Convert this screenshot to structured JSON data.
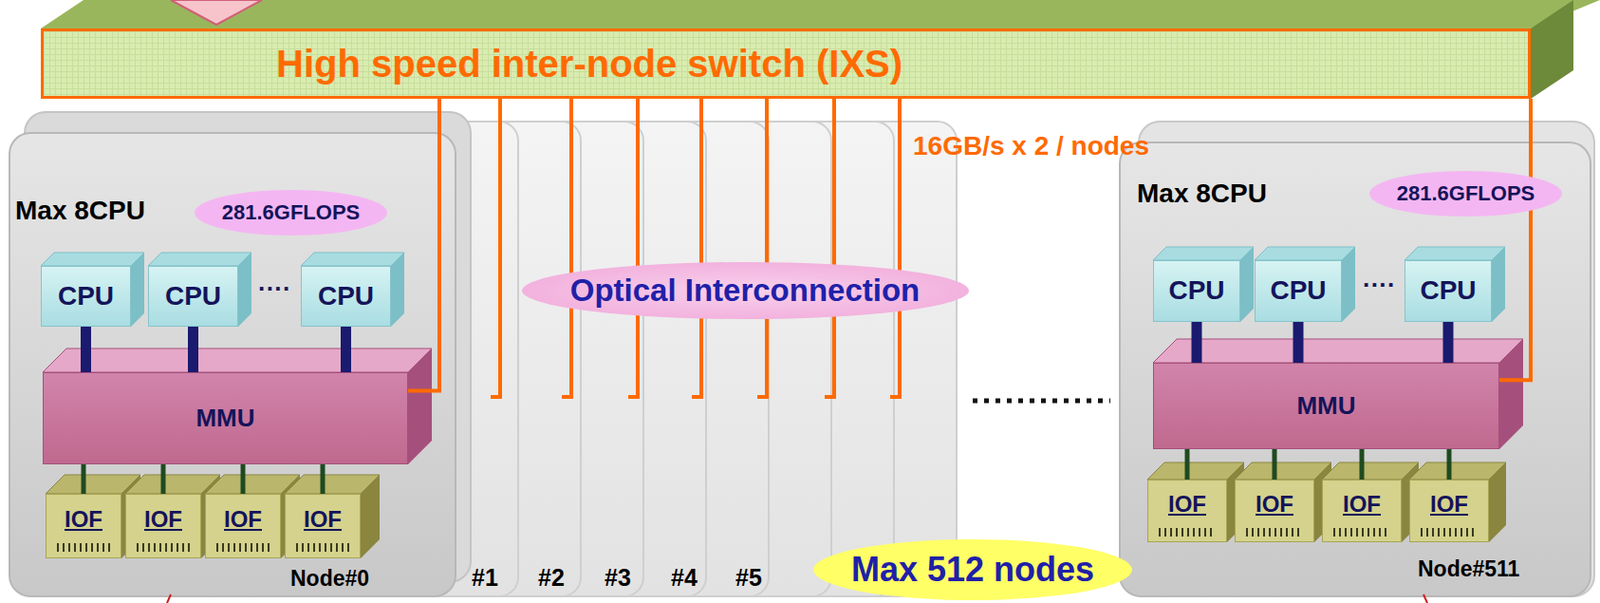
{
  "diagram": {
    "nodes": [
      {
        "text": [
          "High speed inter-node switch (IXS)"
        ]
      },
      {
        "text": [
          "Max 8CPU",
          "Node#0"
        ]
      },
      {
        "text": [
          "281.6GFLOPS"
        ],
        "in": 1
      },
      {
        "text": [
          "CPU"
        ],
        "in": 1
      },
      {
        "text": [
          "CPU"
        ],
        "in": 1
      },
      {
        "text": [
          "CPU"
        ],
        "in": 1
      },
      {
        "text": [
          "MMU"
        ],
        "in": 1
      },
      {
        "text": [
          "IOF"
        ],
        "in": 1
      },
      {
        "text": [
          "IOF"
        ],
        "in": 1
      },
      {
        "text": [
          "IOF"
        ],
        "in": 1
      },
      {
        "text": [
          "IOF"
        ],
        "in": 1
      },
      {
        "text": [
          "Max 8CPU",
          "Node#511"
        ]
      },
      {
        "text": [
          "281.6GFLOPS"
        ],
        "in": 11
      },
      {
        "text": [
          "CPU"
        ],
        "in": 11
      },
      {
        "text": [
          "CPU"
        ],
        "in": 11
      },
      {
        "text": [
          "CPU"
        ],
        "in": 11
      },
      {
        "text": [
          "MMU"
        ],
        "in": 11
      },
      {
        "text": [
          "IOF"
        ],
        "in": 11
      },
      {
        "text": [
          "IOF"
        ],
        "in": 11
      },
      {
        "text": [
          "IOF"
        ],
        "in": 11
      },
      {
        "text": [
          "IOF"
        ],
        "in": 11
      },
      {
        "text": [
          "Optical Interconnection"
        ]
      },
      {
        "text": [
          "Max 512 nodes"
        ]
      }
    ],
    "edges": [
      {
        "from": 3,
        "to": 6,
        "arrow": "none"
      },
      {
        "from": 4,
        "to": 6,
        "arrow": "none"
      },
      {
        "from": 5,
        "to": 6,
        "arrow": "none"
      },
      {
        "from": 6,
        "to": 7,
        "arrow": "none"
      },
      {
        "from": 6,
        "to": 8,
        "arrow": "none"
      },
      {
        "from": 6,
        "to": 9,
        "arrow": "none"
      },
      {
        "from": 6,
        "to": 10,
        "arrow": "none"
      },
      {
        "from": 6,
        "to": 0,
        "arrow": "none"
      },
      {
        "from": 13,
        "to": 16,
        "arrow": "none"
      },
      {
        "from": 14,
        "to": 16,
        "arrow": "none"
      },
      {
        "from": 15,
        "to": 16,
        "arrow": "none"
      },
      {
        "from": 16,
        "to": 17,
        "arrow": "none"
      },
      {
        "from": 16,
        "to": 18,
        "arrow": "none"
      },
      {
        "from": 16,
        "to": 19,
        "arrow": "none"
      },
      {
        "from": 16,
        "to": 20,
        "arrow": "none"
      },
      {
        "from": 16,
        "to": 0,
        "arrow": "none"
      }
    ],
    "labels": [
      "16GB/s x 2 / nodes",
      "····",
      "····",
      "#1",
      "#2",
      "#3",
      "#4",
      "#5"
    ]
  }
}
